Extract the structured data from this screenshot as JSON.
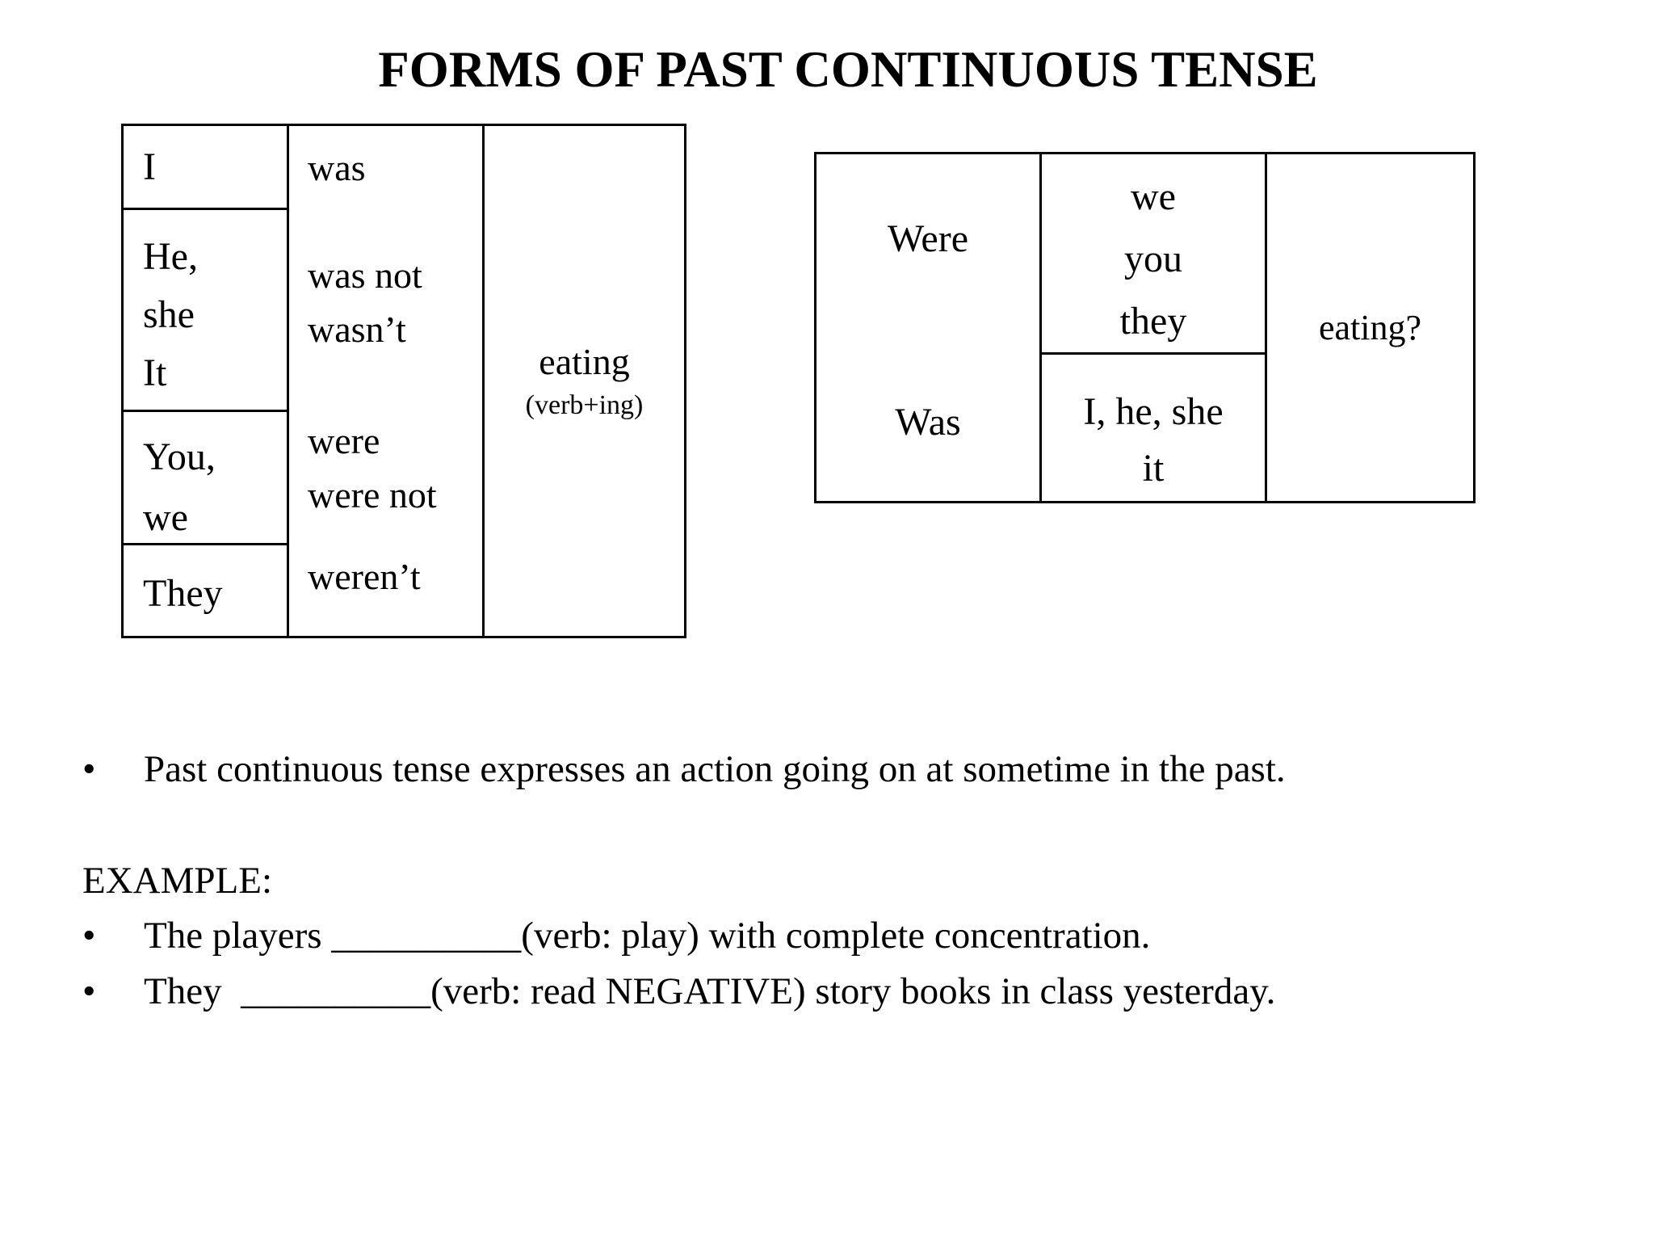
{
  "colors": {
    "background": "#ffffff",
    "text": "#000000",
    "border": "#000000"
  },
  "title": "FORMS OF PAST CONTINUOUS TENSE",
  "left_table": {
    "pronoun_rows": [
      {
        "lines": [
          "I"
        ]
      },
      {
        "lines": [
          "He,",
          "she",
          "It"
        ]
      },
      {
        "lines": [
          "You,",
          "we"
        ]
      },
      {
        "lines": [
          "They"
        ]
      }
    ],
    "verb_form_lines": [
      "was",
      "was not",
      "wasn’t",
      "were",
      "were not",
      "weren’t"
    ],
    "main_verb": "eating",
    "main_verb_note": "(verb+ing)"
  },
  "right_table": {
    "aux_top": "Were",
    "aux_bottom": "Was",
    "subjects_top_lines": [
      "we",
      "you",
      "they"
    ],
    "subjects_bottom_lines": [
      "I, he, she",
      "it"
    ],
    "question_verb": "eating?"
  },
  "notes": {
    "bullet_char": "•",
    "usage": "Past continuous tense expresses an action going on at sometime in the past.",
    "example_heading": "EXAMPLE:",
    "example1": "The players __________(verb: play) with complete concentration.",
    "example2": "They  __________(verb: read NEGATIVE) story books in class yesterday."
  }
}
